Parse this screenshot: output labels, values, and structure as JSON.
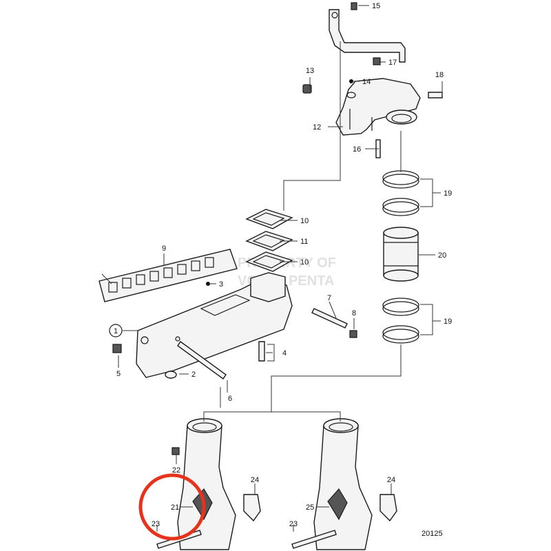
{
  "callouts": [
    "1",
    "2",
    "3",
    "4",
    "5",
    "6",
    "7",
    "8",
    "9",
    "10",
    "10",
    "11",
    "12",
    "13",
    "14",
    "15",
    "16",
    "17",
    "18",
    "19",
    "19",
    "20",
    "21",
    "22",
    "23",
    "23",
    "24",
    "24",
    "25"
  ],
  "watermark_lines": [
    "PROPERTY OF",
    "VOLVO PENTA"
  ],
  "drawing_number": "20125",
  "highlight_color": "#e8331c"
}
